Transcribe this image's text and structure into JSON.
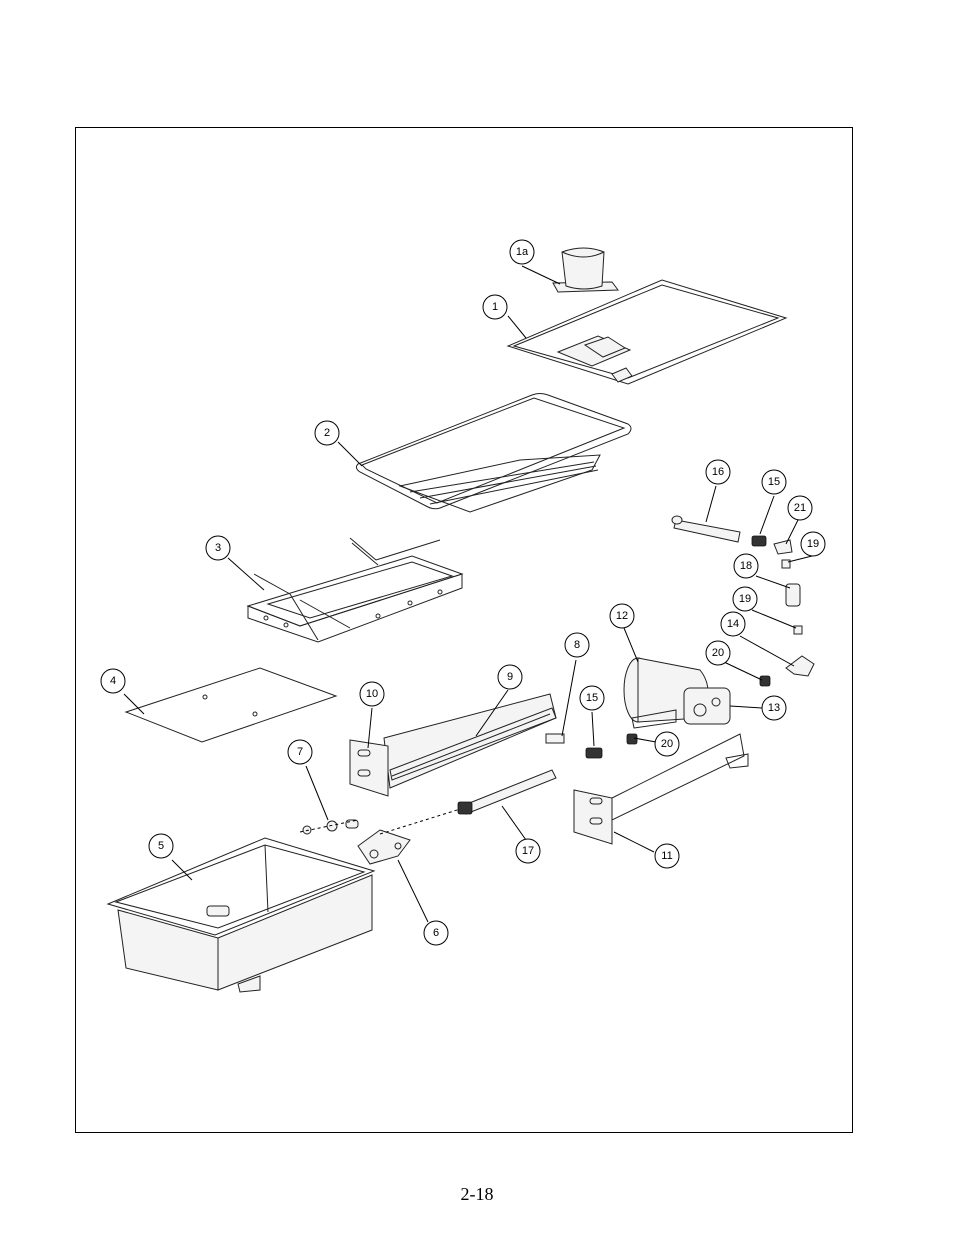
{
  "page_number": "2-18",
  "callouts": [
    {
      "id": "callout-1a",
      "label": "1a"
    },
    {
      "id": "callout-1",
      "label": "1"
    },
    {
      "id": "callout-2",
      "label": "2"
    },
    {
      "id": "callout-3",
      "label": "3"
    },
    {
      "id": "callout-4",
      "label": "4"
    },
    {
      "id": "callout-5",
      "label": "5"
    },
    {
      "id": "callout-6",
      "label": "6"
    },
    {
      "id": "callout-7",
      "label": "7"
    },
    {
      "id": "callout-8",
      "label": "8"
    },
    {
      "id": "callout-9",
      "label": "9"
    },
    {
      "id": "callout-10",
      "label": "10"
    },
    {
      "id": "callout-11",
      "label": "11"
    },
    {
      "id": "callout-12",
      "label": "12"
    },
    {
      "id": "callout-13",
      "label": "13"
    },
    {
      "id": "callout-14",
      "label": "14"
    },
    {
      "id": "callout-15a",
      "label": "15"
    },
    {
      "id": "callout-15b",
      "label": "15"
    },
    {
      "id": "callout-16",
      "label": "16"
    },
    {
      "id": "callout-17",
      "label": "17"
    },
    {
      "id": "callout-18",
      "label": "18"
    },
    {
      "id": "callout-19a",
      "label": "19"
    },
    {
      "id": "callout-19b",
      "label": "19"
    },
    {
      "id": "callout-20a",
      "label": "20"
    },
    {
      "id": "callout-20b",
      "label": "20"
    },
    {
      "id": "callout-21",
      "label": "21"
    }
  ]
}
